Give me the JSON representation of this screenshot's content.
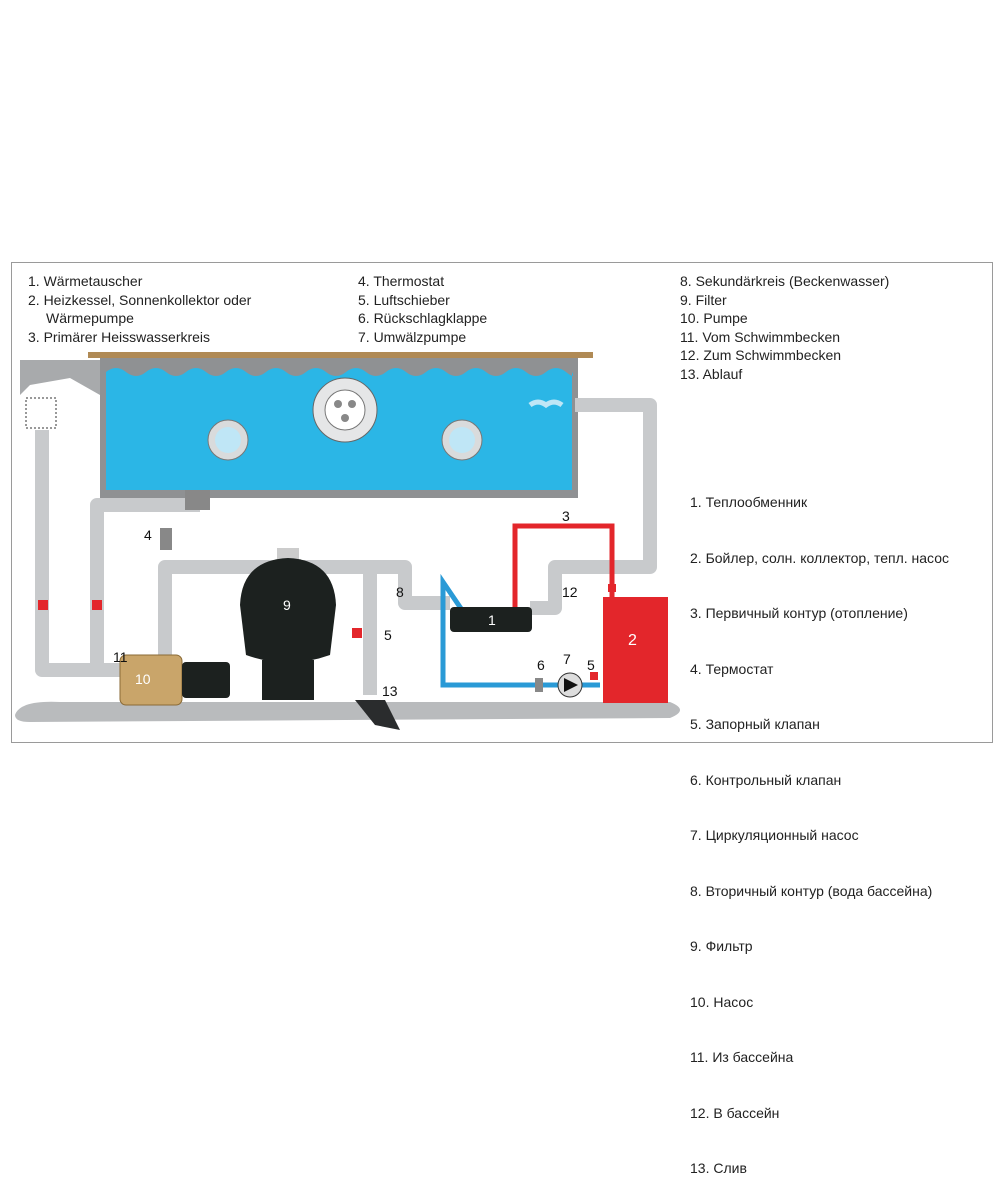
{
  "legend_de_col1": [
    "1. Wärmetauscher",
    "2. Heizkessel, Sonnenkollektor oder",
    "    Wärmepumpe",
    "3. Primärer Heisswasserkreis"
  ],
  "legend_de_col2": [
    "4. Thermostat",
    "5. Luftschieber",
    "6. Rückschlagklappe",
    "7. Umwälzpumpe"
  ],
  "legend_de_col3": [
    "8. Sekundärkreis (Beckenwasser)",
    "9. Filter",
    "10. Pumpe",
    "11. Vom Schwimmbecken",
    "12. Zum Schwimmbecken",
    "13. Ablauf"
  ],
  "legend_ru": [
    "1.  Теплообменник",
    "2.  Бойлер, солн. коллектор, тепл. насос",
    "3.  Первичный контур (отопление)",
    "4.  Термостат",
    "5.  Запорный клапан",
    "6.  Контрольный клапан",
    "7.  Циркуляционный насос",
    "8.  Вторичный контур (вода  бассейна)",
    "9.  Фильтр",
    "10. Насос",
    "11. Из бассейна",
    "12. В бассейн",
    "13. Слив"
  ],
  "labels": {
    "n1": "1",
    "n2": "2",
    "n3": "3",
    "n4": "4",
    "n5a": "5",
    "n5b": "5",
    "n6": "6",
    "n7": "7",
    "n8": "8",
    "n9": "9",
    "n10": "10",
    "n11": "11",
    "n12": "12",
    "n13": "13"
  },
  "colors": {
    "water": "#2bb6e6",
    "pipe": "#c8cacc",
    "hot": "#e3262b",
    "cold": "#2a9ad6",
    "boiler": "#e3262b",
    "filter": "#1c211f",
    "pump": "#c9a56a",
    "deck": "#b08a55"
  }
}
